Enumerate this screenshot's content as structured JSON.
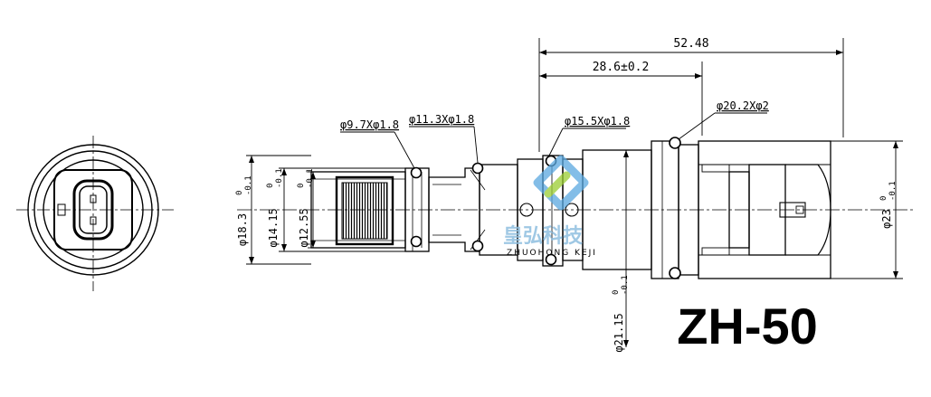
{
  "drawing": {
    "model": "ZH-50",
    "dimensions": {
      "overall_length": "52.48",
      "partial_length": "28.6±0.2",
      "oring1": "φ9.7Xφ1.8",
      "oring2": "φ11.3Xφ1.8",
      "oring3": "φ15.5Xφ1.8",
      "oring4": "φ20.2Xφ2",
      "dia_18": {
        "base": "φ18.3",
        "upper": "0",
        "lower": "-0.1"
      },
      "dia_14": {
        "base": "φ14.15",
        "upper": "0",
        "lower": "-0.1"
      },
      "dia_12": {
        "base": "φ12.55",
        "upper": "0",
        "lower": "-0.1"
      },
      "dia_21": {
        "base": "φ21.15",
        "upper": "0",
        "lower": "-0.1"
      },
      "dia_23": {
        "base": "φ23",
        "upper": "0",
        "lower": "-0.1"
      }
    },
    "watermark": {
      "brand_cn": "皇弘科技",
      "brand_en": "ZHUOHONG KEJI",
      "colors": [
        "#5aa8e0",
        "#9acd32"
      ]
    }
  }
}
